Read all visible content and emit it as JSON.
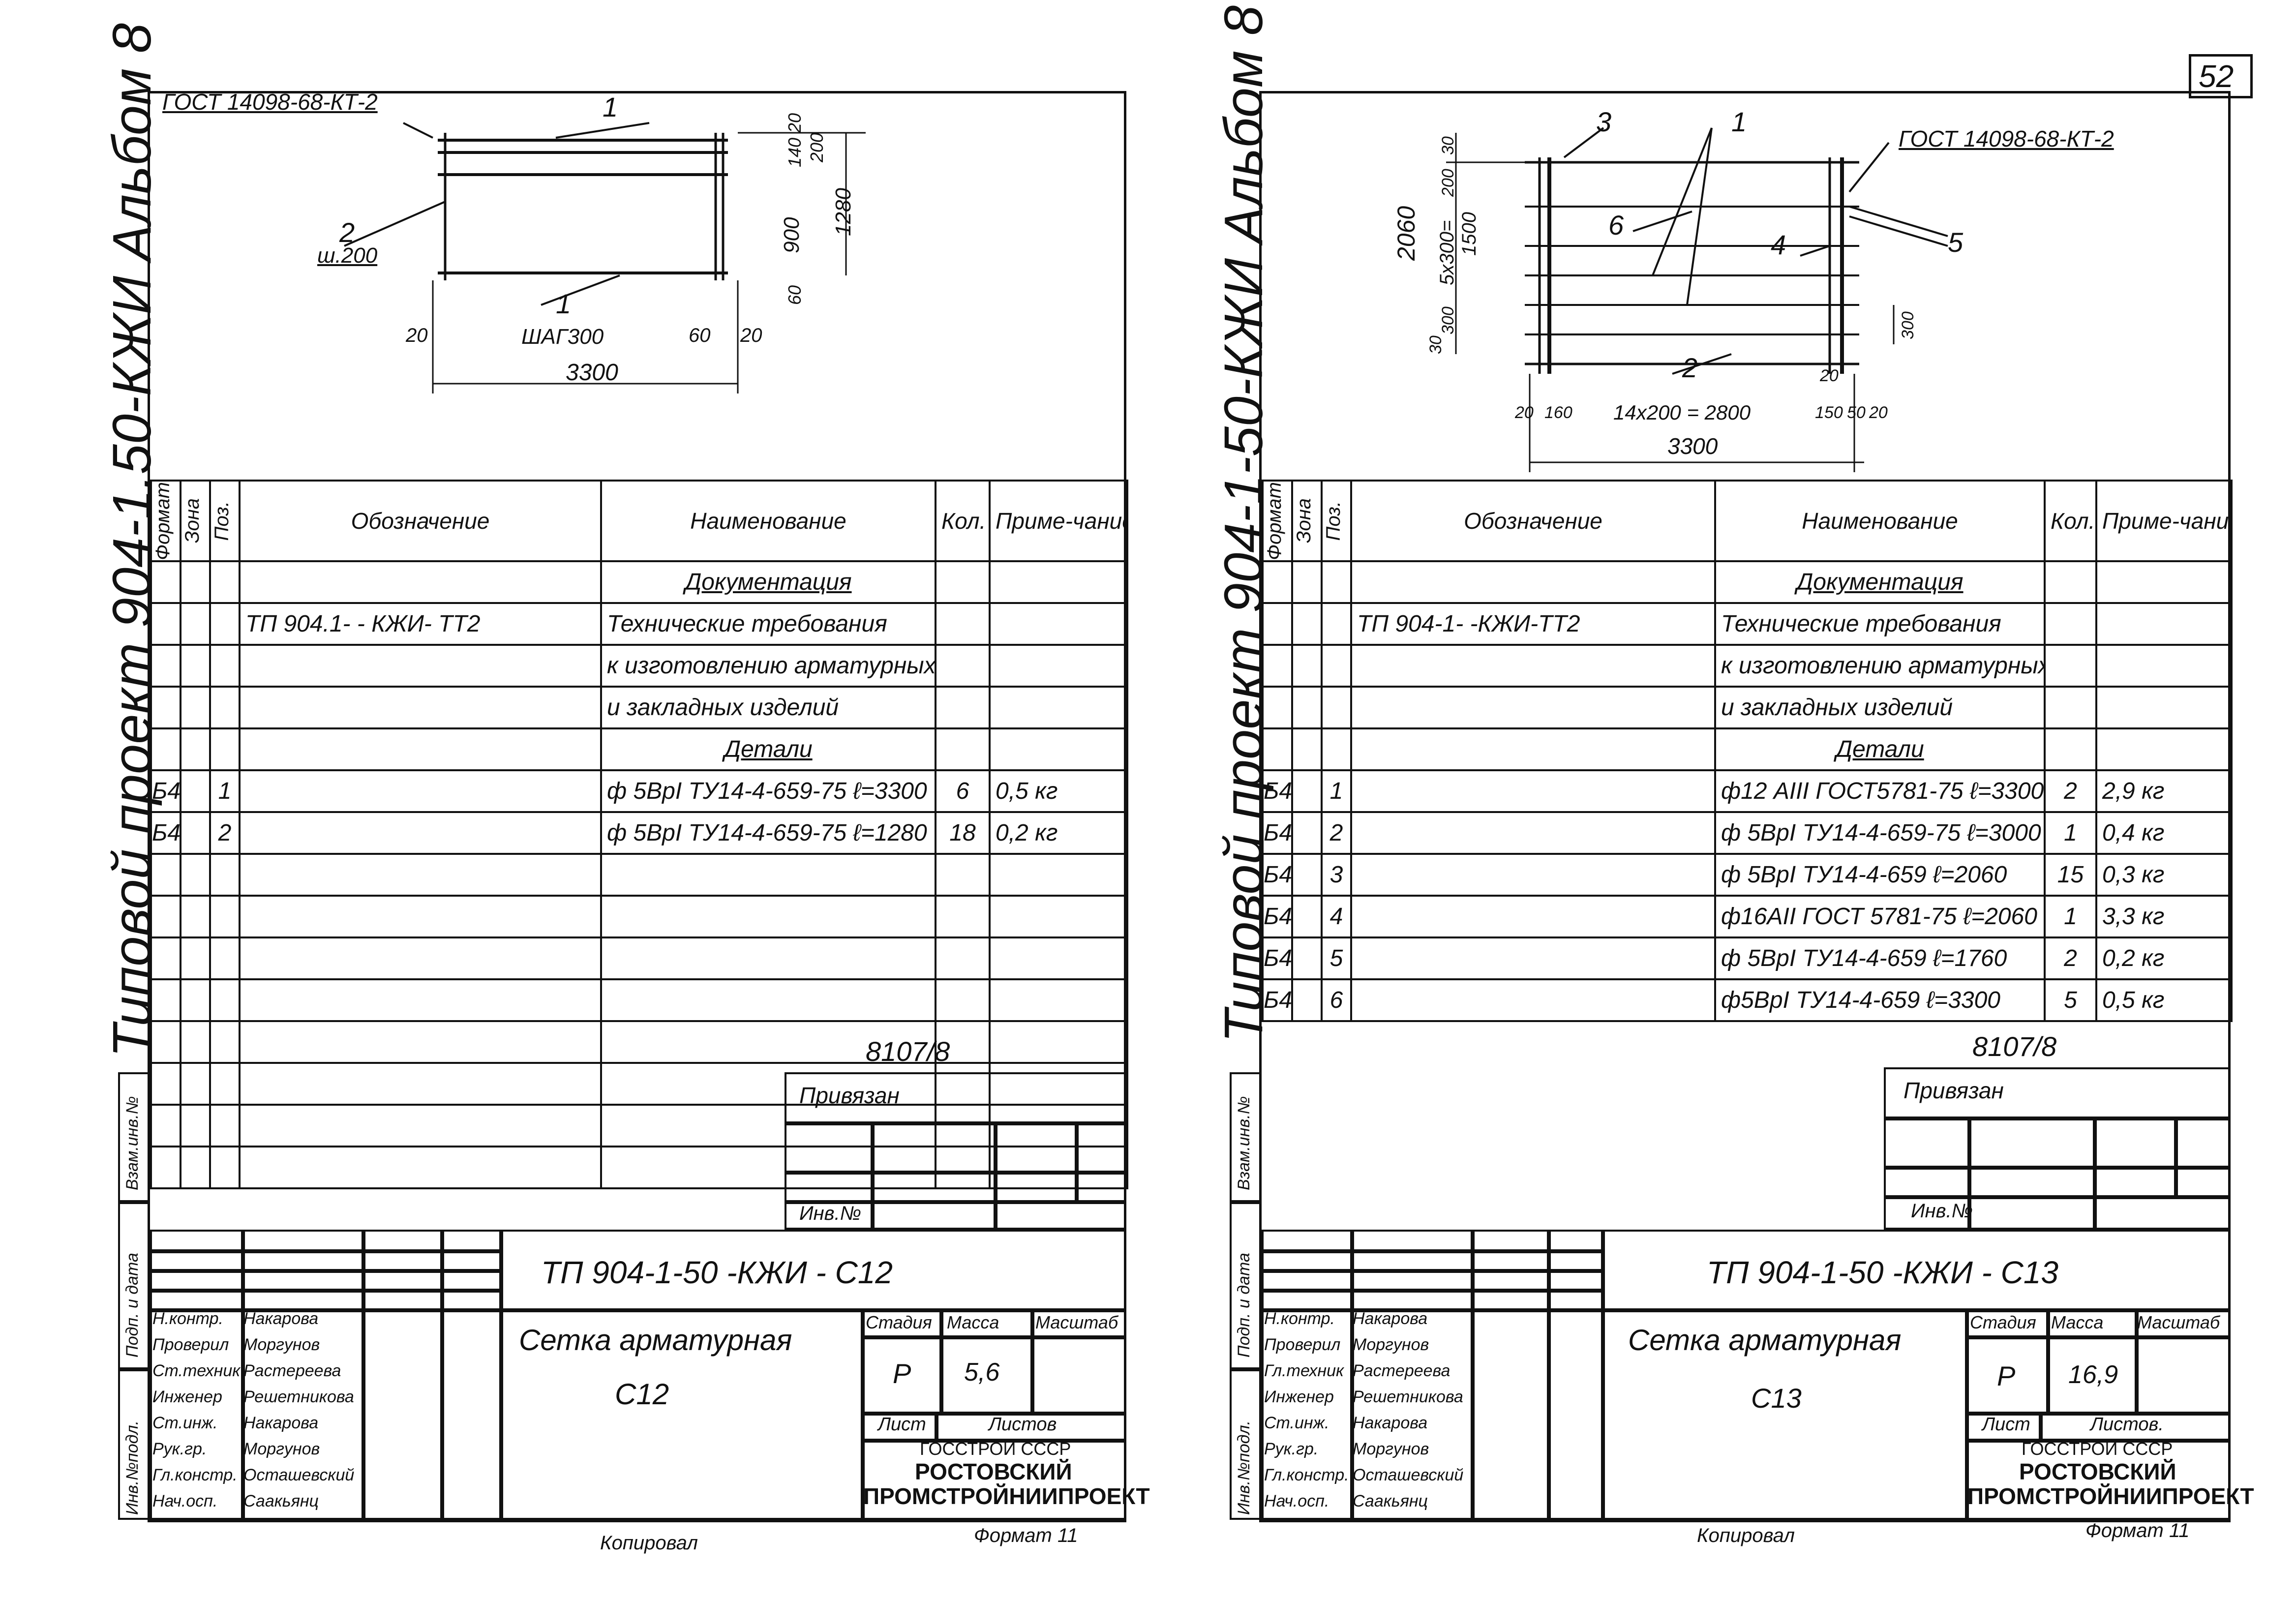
{
  "page_number": "52",
  "left": {
    "side_title": "Типовой проект 904-1.50-КЖИ Альбом 8",
    "drawing": {
      "gost_label": "ГОСТ 14098-68-КТ-2",
      "pos1_top": "1",
      "pos2": "2",
      "pos2_step": "ш.200",
      "pos1_bottom": "1",
      "pos1_step": "ШАГ300",
      "dim_20_left": "20",
      "dim_60": "60",
      "dim_20_right": "20",
      "dim_3300": "3300",
      "dim_20_top": "20",
      "dim_140": "140",
      "dim_200": "200",
      "dim_900": "900",
      "dim_1280": "1280",
      "dim_60_v": "60"
    },
    "spec": {
      "headers": [
        "Формат",
        "Зона",
        "Поз.",
        "Обозначение",
        "Наименование",
        "Кол.",
        "Приме-чание"
      ],
      "rows": [
        {
          "f": "",
          "z": "",
          "p": "",
          "d": "",
          "n": "Документация",
          "k": "",
          "r": "",
          "ul": true
        },
        {
          "f": "",
          "z": "",
          "p": "",
          "d": "ТП 904.1-      - КЖИ- ТТ2",
          "n": "Технические требования",
          "k": "",
          "r": ""
        },
        {
          "f": "",
          "z": "",
          "p": "",
          "d": "",
          "n": "к изготовлению арматурных",
          "k": "",
          "r": ""
        },
        {
          "f": "",
          "z": "",
          "p": "",
          "d": "",
          "n": "и закладных изделий",
          "k": "",
          "r": ""
        },
        {
          "f": "",
          "z": "",
          "p": "",
          "d": "",
          "n": "Детали",
          "k": "",
          "r": "",
          "ul": true
        },
        {
          "f": "Б4",
          "z": "",
          "p": "1",
          "d": "",
          "n": "ф 5ВрI ТУ14-4-659-75 ℓ=3300",
          "k": "6",
          "r": "0,5 кг"
        },
        {
          "f": "Б4",
          "z": "",
          "p": "2",
          "d": "",
          "n": "ф 5ВрI ТУ14-4-659-75 ℓ=1280",
          "k": "18",
          "r": "0,2 кг"
        }
      ]
    },
    "doc_no": "8107/8",
    "privyazan": "Привязан",
    "inv_no": "Инв.№",
    "code": "ТП 904-1-50   -КЖИ - С12",
    "title_line1": "Сетка арматурная",
    "title_line2": "С12",
    "stage_label": "Стадия",
    "mass_label": "Масса",
    "scale_label": "Масштаб",
    "stage": "Р",
    "mass": "5,6",
    "sheet_label": "Лист",
    "sheets_label": "Листов",
    "org1": "ГОССТРОЙ СССР",
    "org2": "РОСТОВСКИЙ",
    "org3": "ПРОМСТРОЙНИИПРОЕКТ",
    "copied": "Копировал",
    "format": "Формат 11",
    "people": [
      [
        "Н.контр.",
        "Накарова"
      ],
      [
        "Проверил",
        "Моргунов"
      ],
      [
        "Ст.техник",
        "Растереева"
      ],
      [
        "Инженер",
        "Решетникова"
      ],
      [
        "Ст.инж.",
        "Накарова"
      ],
      [
        "Рук.гр.",
        "Моргунов"
      ],
      [
        "Гл.констр.",
        "Осташевский"
      ],
      [
        "Нач.осп.",
        "Саакьянц"
      ]
    ],
    "stamp_cols": [
      "Взам.инв.№",
      "Подп. и дата",
      "Инв.№подл."
    ]
  },
  "right": {
    "side_title": "Типовой проект 904-1-50-КЖИ Альбом 8",
    "drawing": {
      "pos3": "3",
      "pos1": "1",
      "gost_label": "ГОСТ 14098-68-КТ-2",
      "pos6": "6",
      "pos4": "4",
      "pos5": "5",
      "pos2": "2",
      "dim_2060": "2060",
      "dim_5x300": "5х300=",
      "dim_1500": "1500",
      "dim_30a": "30",
      "dim_200v": "200",
      "dim_30b": "30",
      "dim_300a": "300",
      "dim_300b": "300",
      "dim_20a": "20",
      "dim_20b": "20",
      "dim_160": "160",
      "dim_14x200": "14х200 = 2800",
      "dim_150": "150",
      "dim_50": "50",
      "dim_20c": "20",
      "dim_3300": "3300"
    },
    "spec": {
      "headers": [
        "Формат",
        "Зона",
        "Поз.",
        "Обозначение",
        "Наименование",
        "Кол.",
        "Приме-чание"
      ],
      "rows": [
        {
          "f": "",
          "z": "",
          "p": "",
          "d": "",
          "n": "Документация",
          "k": "",
          "r": "",
          "ul": true
        },
        {
          "f": "",
          "z": "",
          "p": "",
          "d": "ТП 904-1-      -КЖИ-ТТ2",
          "n": "Технические требования",
          "k": "",
          "r": ""
        },
        {
          "f": "",
          "z": "",
          "p": "",
          "d": "",
          "n": "к изготовлению арматурных",
          "k": "",
          "r": ""
        },
        {
          "f": "",
          "z": "",
          "p": "",
          "d": "",
          "n": "и закладных изделий",
          "k": "",
          "r": ""
        },
        {
          "f": "",
          "z": "",
          "p": "",
          "d": "",
          "n": "Детали",
          "k": "",
          "r": "",
          "ul": true
        },
        {
          "f": "Б4",
          "z": "",
          "p": "1",
          "d": "",
          "n": "ф12 АIII ГОСТ5781-75 ℓ=3300",
          "k": "2",
          "r": "2,9 кг"
        },
        {
          "f": "Б4",
          "z": "",
          "p": "2",
          "d": "",
          "n": "ф 5ВрI ТУ14-4-659-75 ℓ=3000",
          "k": "1",
          "r": "0,4 кг"
        },
        {
          "f": "Б4",
          "z": "",
          "p": "3",
          "d": "",
          "n": "ф 5ВрI ТУ14-4-659 ℓ=2060",
          "k": "15",
          "r": "0,3 кг"
        },
        {
          "f": "Б4",
          "z": "",
          "p": "4",
          "d": "",
          "n": "ф16АII ГОСТ 5781-75 ℓ=2060",
          "k": "1",
          "r": "3,3 кг"
        },
        {
          "f": "Б4",
          "z": "",
          "p": "5",
          "d": "",
          "n": "ф 5ВрI ТУ14-4-659 ℓ=1760",
          "k": "2",
          "r": "0,2 кг"
        },
        {
          "f": "Б4",
          "z": "",
          "p": "6",
          "d": "",
          "n": "ф5ВрI ТУ14-4-659 ℓ=3300",
          "k": "5",
          "r": "0,5 кг"
        }
      ]
    },
    "doc_no": "8107/8",
    "privyazan": "Привязан",
    "inv_no": "Инв.№",
    "code": "ТП 904-1-50   -КЖИ - С13",
    "title_line1": "Сетка арматурная",
    "title_line2": "С13",
    "stage_label": "Стадия",
    "mass_label": "Масса",
    "scale_label": "Масштаб",
    "stage": "Р",
    "mass": "16,9",
    "sheet_label": "Лист",
    "sheets_label": "Листов.",
    "org1": "ГОССТРОЙ СССР",
    "org2": "РОСТОВСКИЙ",
    "org3": "ПРОМСТРОЙНИИПРОЕКТ",
    "copied": "Копировал",
    "format": "Формат 11",
    "people": [
      [
        "Н.контр.",
        "Накарова"
      ],
      [
        "Проверил",
        "Моргунов"
      ],
      [
        "Гл.техник",
        "Растереева"
      ],
      [
        "Инженер",
        "Решетникова"
      ],
      [
        "Ст.инж.",
        "Накарова"
      ],
      [
        "Рук.гр.",
        "Моргунов"
      ],
      [
        "Гл.констр.",
        "Осташевский"
      ],
      [
        "Нач.осп.",
        "Саакьянц"
      ]
    ],
    "stamp_cols": [
      "Взам.инв.№",
      "Подп. и дата",
      "Инв.№подл."
    ]
  }
}
